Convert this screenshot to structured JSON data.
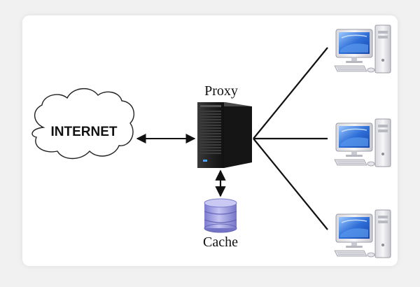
{
  "diagram": {
    "internet_label": "INTERNET",
    "proxy_label": "Proxy",
    "cache_label": "Cache",
    "client_count": 3
  },
  "colors": {
    "background": "#f1f1f1",
    "card": "#ffffff",
    "server_body": "#1f1f1f",
    "database": "#9b9be0",
    "monitor_frame": "#e9e9ee",
    "screen": "#2a6bd6"
  },
  "icons": [
    "cloud-icon",
    "server-tower-icon",
    "database-icon",
    "desktop-computer-icon"
  ]
}
